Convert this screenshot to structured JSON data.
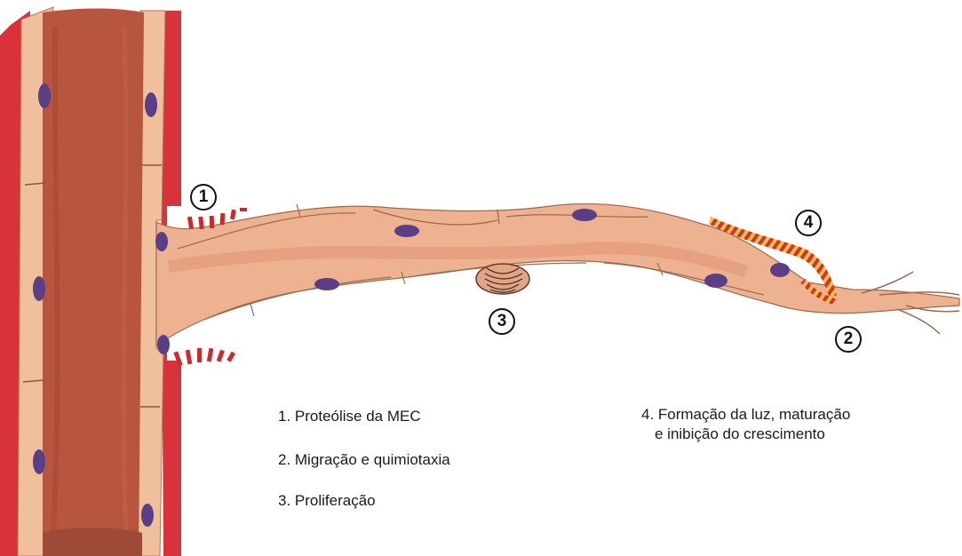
{
  "markers": [
    "1",
    "2",
    "3",
    "4"
  ],
  "legend": {
    "item1": "1. Proteólise da MEC",
    "item2": "2. Migração e quimiotaxia",
    "item3": "3. Proliferação",
    "item4_line1": "4. Formação da luz, maturação",
    "item4_line2": "e inibição do crescimento"
  },
  "colors": {
    "vessel_wall": "#d8323a",
    "lumen": "#b8553e",
    "endothelial_cell": "#f0bf9c",
    "sprout": "#eeb291",
    "nucleus": "#5a3f86",
    "mec_fragment": "#c72b2b",
    "lumen_marker_stripe": "#f0c24a"
  }
}
